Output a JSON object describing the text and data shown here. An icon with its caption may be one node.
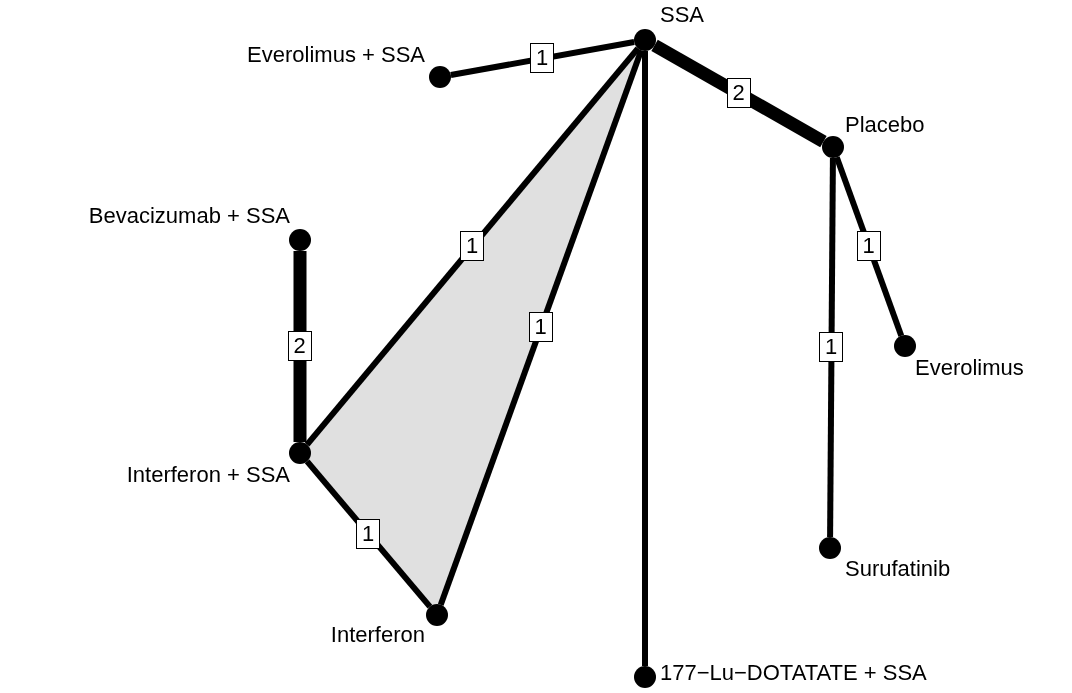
{
  "diagram": {
    "nodes": [
      {
        "text": [],
        "shape": "circle",
        "beside": [
          "SSA"
        ]
      },
      {
        "text": [],
        "shape": "circle",
        "beside": [
          "Everolimus + SSA"
        ]
      },
      {
        "text": [],
        "shape": "circle",
        "beside": [
          "Placebo"
        ]
      },
      {
        "text": [],
        "shape": "circle",
        "beside": [
          "Bevacizumab + SSA"
        ]
      },
      {
        "text": [],
        "shape": "circle",
        "beside": [
          "Interferon + SSA"
        ]
      },
      {
        "text": [],
        "shape": "circle",
        "beside": [
          "Interferon"
        ]
      },
      {
        "text": [],
        "shape": "circle",
        "beside": [
          "Everolimus"
        ]
      },
      {
        "text": [],
        "shape": "circle",
        "beside": [
          "Surufatinib"
        ]
      },
      {
        "text": [],
        "shape": "circle",
        "beside": [
          "177−Lu−DOTATATE + SSA"
        ]
      }
    ],
    "edges": [
      {
        "from": 0,
        "to": 1,
        "arrow": "none",
        "label": "1"
      },
      {
        "from": 0,
        "to": 2,
        "arrow": "none",
        "label": "2",
        "style": "thick"
      },
      {
        "from": 0,
        "to": 4,
        "arrow": "none",
        "label": "1"
      },
      {
        "from": 0,
        "to": 5,
        "arrow": "none",
        "label": "1"
      },
      {
        "from": 0,
        "to": 8,
        "arrow": "none"
      },
      {
        "from": 2,
        "to": 6,
        "arrow": "none",
        "label": "1"
      },
      {
        "from": 2,
        "to": 7,
        "arrow": "none",
        "label": "1"
      },
      {
        "from": 3,
        "to": 4,
        "arrow": "none",
        "label": "2",
        "style": "thick"
      },
      {
        "from": 4,
        "to": 5,
        "arrow": "none",
        "label": "1"
      }
    ]
  }
}
